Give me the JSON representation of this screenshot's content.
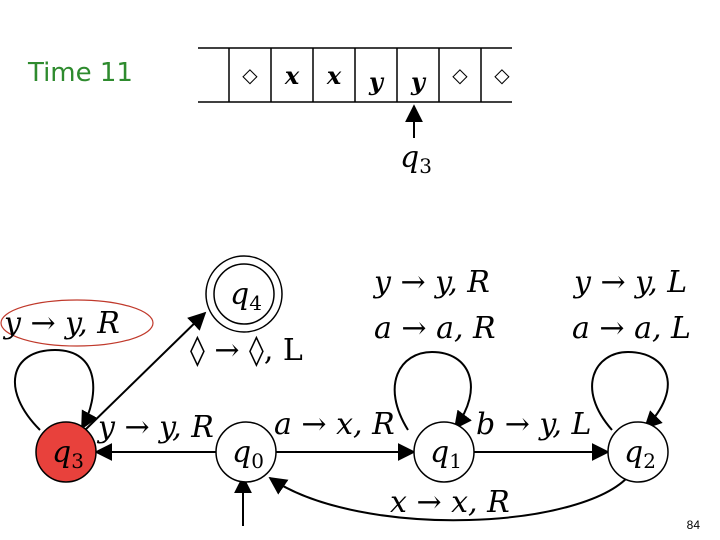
{
  "slide": {
    "time_label": "Time 11",
    "page_number": "84"
  },
  "tape": {
    "cells": [
      "◇",
      "x",
      "x",
      "y",
      "y",
      "◇",
      "◇"
    ],
    "head_state_main": "q",
    "head_state_sub": "3"
  },
  "states": {
    "q0": {
      "main": "q",
      "sub": "0",
      "fill": "#ffffff"
    },
    "q1": {
      "main": "q",
      "sub": "1",
      "fill": "#ffffff"
    },
    "q2": {
      "main": "q",
      "sub": "2",
      "fill": "#ffffff"
    },
    "q3": {
      "main": "q",
      "sub": "3",
      "fill": "#e8413c"
    },
    "q4": {
      "main": "q",
      "sub": "4",
      "fill": "#ffffff"
    }
  },
  "transitions": {
    "q3_loop": "y → y, R",
    "q0_q3": "y → y, R",
    "q0_q4": "◊ → ◊, L",
    "q0_q1": "a → x, R",
    "q1_loop_1": "y → y, R",
    "q1_loop_2": "a → a, R",
    "q1_q2": "b → y, L",
    "q2_loop_1": "y → y, L",
    "q2_loop_2": "a → a, L",
    "q2_q0": "x → x, R"
  },
  "colors": {
    "time_label": "#2e8b2e",
    "highlight": "#c0392b",
    "active_state": "#e8413c"
  }
}
